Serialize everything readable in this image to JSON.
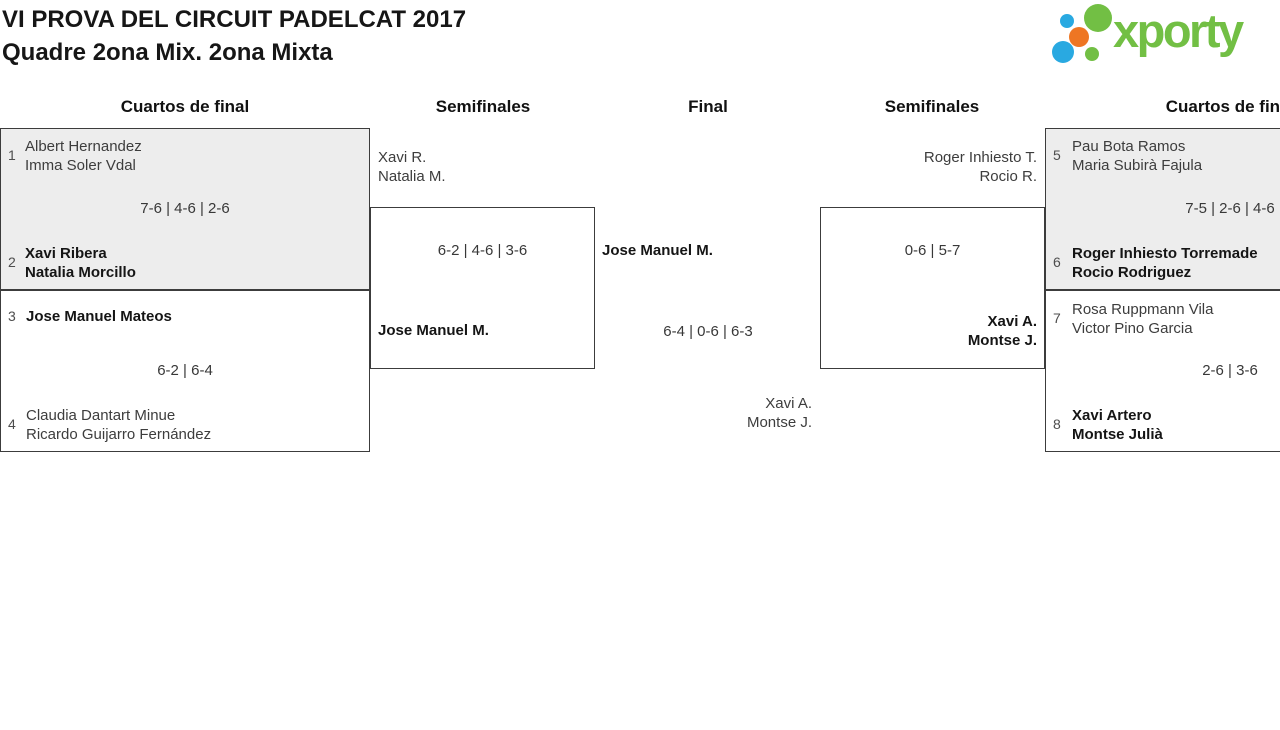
{
  "page": {
    "title_line1": "VI PROVA DEL CIRCUIT PADELCAT 2017",
    "title_line2": "Quadre 2ona Mix. 2ona Mixta"
  },
  "logo": {
    "text": "xporty",
    "green": "#72bf44",
    "blue": "#29a9e1",
    "orange": "#ee7623"
  },
  "rounds": {
    "qf_left": "Cuartos de final",
    "sf_left": "Semifinales",
    "final": "Final",
    "sf_right": "Semifinales",
    "qf_right": "Cuartos de final"
  },
  "colors": {
    "box_fill_played": "#ededed",
    "box_fill_default": "#ffffff",
    "box_border": "#3c3c3c",
    "player_text": "#3d3d3d",
    "winner_text": "#151515"
  },
  "matches": {
    "qf1": {
      "seed_top": "1",
      "top1": "Albert Hernandez",
      "top2": "Imma Soler Vdal",
      "score": "7-6 | 4-6 | 2-6",
      "seed_bottom": "2",
      "bottom1": "Xavi Ribera",
      "bottom2": "Natalia Morcillo"
    },
    "qf2": {
      "seed_top": "3",
      "top1": "Jose Manuel Mateos",
      "score": "6-2 | 6-4",
      "seed_bottom": "4",
      "bottom1": "Claudia Dantart Minue",
      "bottom2": "Ricardo Guijarro Fernández"
    },
    "sf_left": {
      "top1": "Xavi R.",
      "top2": "Natalia M.",
      "score": "6-2 | 4-6 | 3-6",
      "bottom1": "Jose Manuel M."
    },
    "final": {
      "top1": "Jose Manuel M.",
      "score": "6-4 | 0-6 | 6-3",
      "bottom1": "Xavi A.",
      "bottom2": "Montse J."
    },
    "sf_right": {
      "top1": "Roger Inhiesto T.",
      "top2": "Rocio R.",
      "score": "0-6 | 5-7",
      "bottom1": "Xavi A.",
      "bottom2": "Montse J."
    },
    "qf3": {
      "seed_top": "5",
      "top1": "Pau Bota Ramos",
      "top2": "Maria Subirà Fajula",
      "score": "7-5 | 2-6 | 4-6",
      "seed_bottom": "6",
      "bottom1": "Roger Inhiesto Torremade",
      "bottom2": "Rocio Rodriguez"
    },
    "qf4": {
      "seed_top": "7",
      "top1": "Rosa Ruppmann Vila",
      "top2": "Victor Pino Garcia",
      "score": "2-6 | 3-6",
      "seed_bottom": "8",
      "bottom1": "Xavi Artero",
      "bottom2": "Montse Julià"
    }
  }
}
